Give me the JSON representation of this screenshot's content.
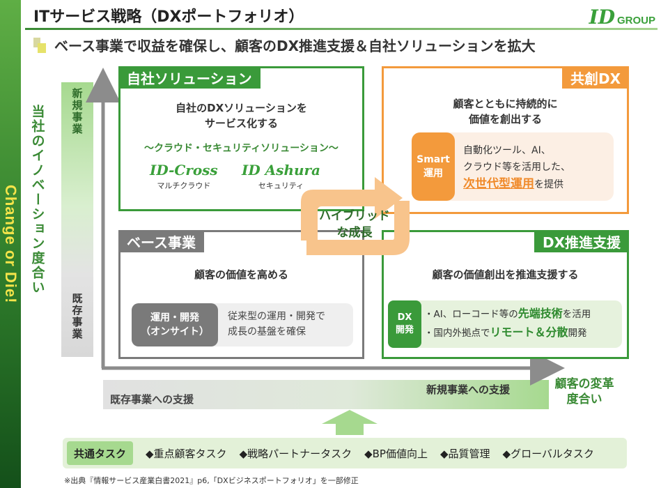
{
  "slogan": "Change or Die!",
  "title": "ITサービス戦略（DXポートフォリオ）",
  "logo": {
    "mark": "ID",
    "text": "GROUP"
  },
  "subtitle": "ベース事業で収益を確保し、顧客のDX推進支援＆自社ソリューションを拡大",
  "axes": {
    "vertical_title": "当社のイノベーション度合い",
    "vertical_top": "新規事業",
    "vertical_bottom": "既存事業",
    "horizontal_left": "既存事業への支援",
    "horizontal_right": "新規事業への支援",
    "horizontal_title_1": "顧客の変革",
    "horizontal_title_2": "度合い"
  },
  "own_solution": {
    "header": "自社ソリューション",
    "lead_1": "自社のDXソリューションを",
    "lead_2": "サービス化する",
    "tagline": "～クラウド・セキュリティソリューション～",
    "products": [
      {
        "name": "ID-Cross",
        "caption": "マルチクラウド"
      },
      {
        "name": "ID Ashura",
        "caption": "セキュリティ"
      }
    ]
  },
  "co_creation": {
    "header": "共創DX",
    "lead_1": "顧客とともに持続的に",
    "lead_2": "価値を創出する",
    "tag_1": "Smart",
    "tag_2": "運用",
    "line_1": "自動化ツール、AI、",
    "line_2": "クラウド等を活用した、",
    "highlight": "次世代型運用",
    "line_3_suffix": "を提供"
  },
  "base_business": {
    "header": "ベース事業",
    "lead": "顧客の価値を高める",
    "tag_1": "運用・開発",
    "tag_2": "（オンサイト）",
    "line_1": "従来型の運用・開発で",
    "line_2": "成長の基盤を確保"
  },
  "dx_support": {
    "header": "DX推進支援",
    "lead": "顧客の価値創出を推進支援する",
    "tag_1": "DX",
    "tag_2": "開発",
    "b1_prefix": "・AI、ローコード等の",
    "b1_highlight": "先端技術",
    "b1_suffix": "を活用",
    "b2_prefix": "・国内外拠点で",
    "b2_highlight": "リモート＆分散",
    "b2_suffix": "開発"
  },
  "hybrid": {
    "line_1": "ハイブリッド",
    "line_2": "な成長"
  },
  "common_tasks": {
    "label": "共通タスク",
    "items": [
      "◆重点顧客タスク",
      "◆戦略パートナータスク",
      "◆BP価値向上",
      "◆品質管理",
      "◆グローバルタスク"
    ]
  },
  "source": "※出典『情報サービス産業白書2021』p6,「DXビジネスポートフォリオ」を一部修正",
  "colors": {
    "green": "#3a9a3a",
    "orange": "#f39a3c",
    "gray": "#7a7a7a",
    "slogan": "#f4e44a"
  }
}
